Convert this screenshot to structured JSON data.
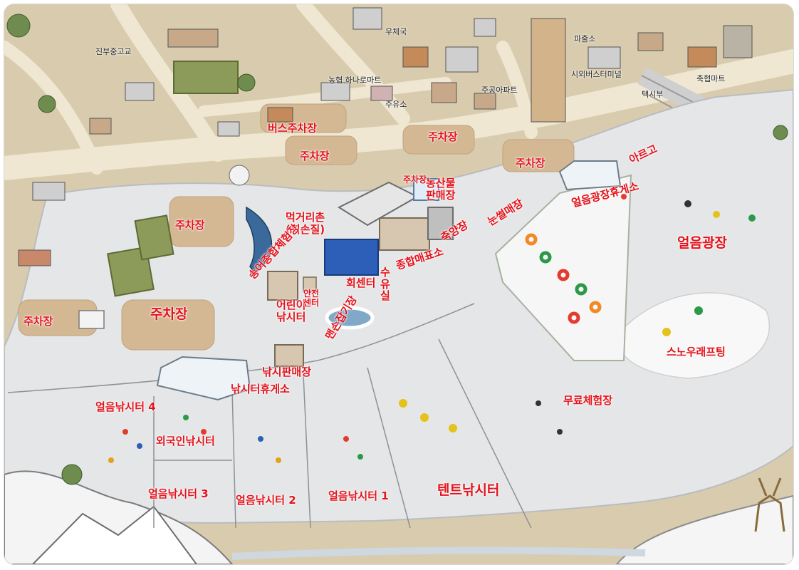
{
  "map": {
    "colors": {
      "ground": "#d9ccae",
      "road": "#efe7d2",
      "ice": "#e4e6e8",
      "snow": "#f3f4f5",
      "parking": "#d4b894",
      "label": "#e3121b",
      "river": "#3a6a9c"
    },
    "labels": {
      "ice_plaza": "얼음광장",
      "snow_rafting": "스노우래프팅",
      "free_experience": "무료체험장",
      "tent_fishing": "텐트낚시터",
      "ice_fishing_1": "얼음낚시터 1",
      "ice_fishing_2": "얼음낚시터 2",
      "ice_fishing_3": "얼음낚시터 3",
      "ice_fishing_4": "얼음낚시터 4",
      "foreigner_fishing": "외국인낚시터",
      "fishing_rest": "낚시터휴게소",
      "fishing_shop": "낚시판매장",
      "bare_hand_catch": "맨손잡기장",
      "kids_fishing": "어린이\n낚시터",
      "safety_center": "안전\n센터",
      "sashimi_center": "회센터",
      "water_room": "수\n유\n실",
      "general_store": "종합매표소",
      "festival_hall": "축양장",
      "sled": "눈썰매장",
      "farm_market": "농산물\n판매장",
      "food_village": "먹거리촌\n(회손질)",
      "trout_experience": "송어종합체험장",
      "ice_plaza_rest": "얼음광장휴게소",
      "sleigh": "아르고",
      "bus_parking": "버스주차장",
      "parking_a": "주차장",
      "parking_b": "주차장",
      "parking_c": "주차장",
      "parking_d": "주차장",
      "parking_e": "주차장",
      "parking_f": "주차장",
      "parking_g": "주차장"
    },
    "town_labels": {
      "school": "진부중고교",
      "nh_mart": "농협 하나로마트",
      "post_office": "우체국",
      "apartment": "주공아파트",
      "police": "파출소",
      "bus_terminal": "시외버스터미널",
      "chukup_mart": "축협마트",
      "gas_station": "주유소",
      "taxi": "택시부"
    }
  }
}
